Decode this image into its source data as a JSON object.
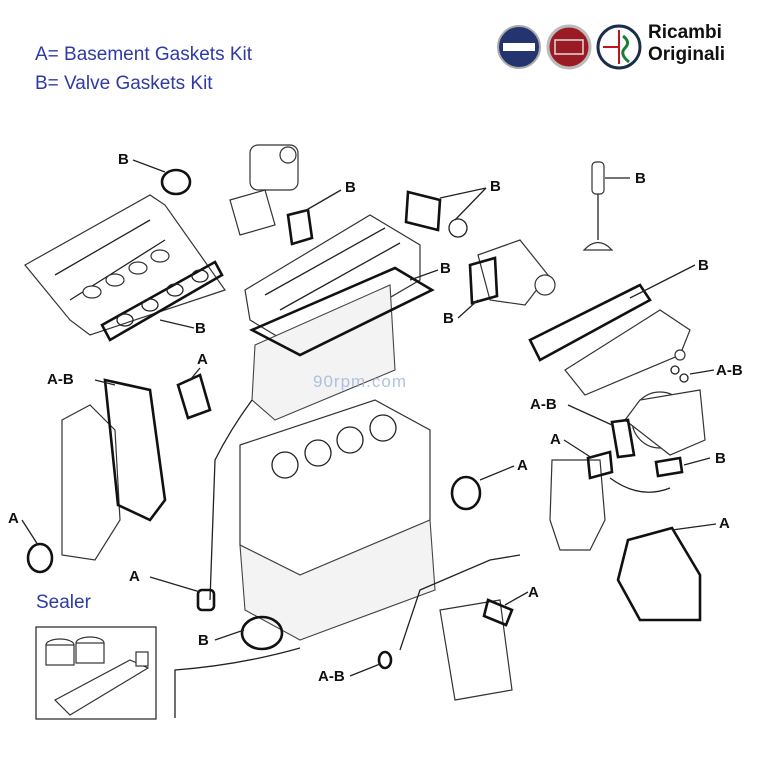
{
  "legend": {
    "line_a": "A= Basement Gaskets Kit",
    "line_b": "B= Valve Gaskets Kit"
  },
  "brand": {
    "line1": "Ricambi",
    "line2": "Originali",
    "logos": [
      "lancia-logo",
      "fiat-logo",
      "alfa-romeo-logo"
    ]
  },
  "watermark": "90rpm.com",
  "sealer": "Sealer",
  "labels": {
    "b_top_left": "B",
    "b_egr": "B",
    "b_thermostat_top": "B",
    "b_valve": "B",
    "b_intake": "B",
    "b_head": "B",
    "b_thermostat": "B",
    "b_exhaust": "B",
    "ab_turbo_right": "A-B",
    "ab_timing": "A-B",
    "a_pump_cover": "A",
    "ab_turbo_line": "A-B",
    "a_turbo_oil": "A",
    "b_egr_flange": "B",
    "a_crank_seal_front": "A",
    "a_left_seal": "A",
    "a_oil_cooler": "A",
    "a_plug": "A",
    "a_pipe": "A",
    "b_oring": "B",
    "ab_bottom": "A-B"
  },
  "colors": {
    "legend": "#2e3aa6",
    "lancia": "#23346e",
    "fiat": "#9b1b24",
    "alfa": "#ffffff"
  }
}
